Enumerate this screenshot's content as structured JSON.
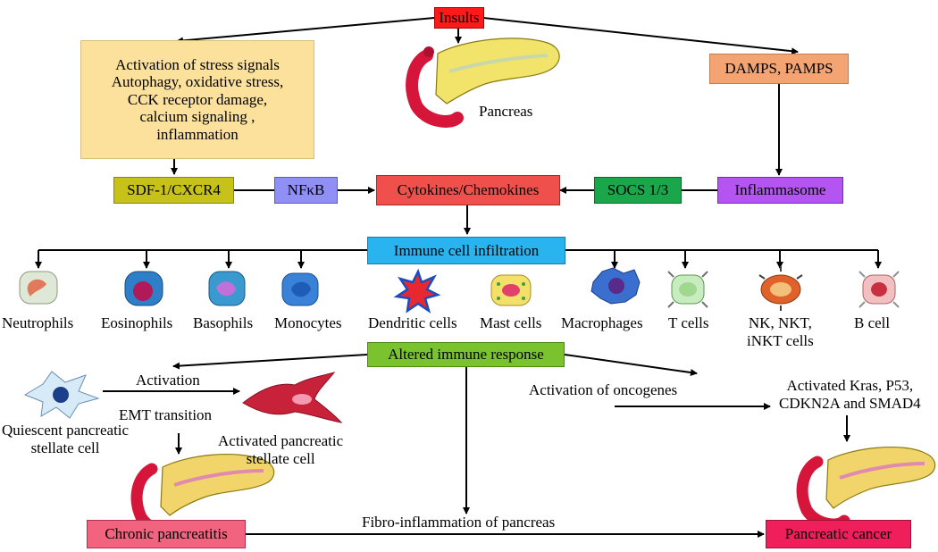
{
  "insults": "Insults",
  "pancreas_label": "Pancreas",
  "stress_box": {
    "lines": [
      "Activation of stress signals",
      "Autophagy, oxidative stress,",
      "CCK receptor damage,",
      "calcium signaling ,",
      "inflammation"
    ]
  },
  "damps": "DAMPS, PAMPS",
  "sdf": "SDF-1/CXCR4",
  "nfkb": "NFκB",
  "cytokines": "Cytokines/Chemokines",
  "socs": "SOCS 1/3",
  "inflammasome": "Inflammasome",
  "immune_infiltration": "Immune cell infiltration",
  "cells": [
    {
      "label": "Neutrophils",
      "icon": "neutrophil-icon"
    },
    {
      "label": "Eosinophils",
      "icon": "eosinophil-icon"
    },
    {
      "label": "Basophils",
      "icon": "basophil-icon"
    },
    {
      "label": "Monocytes",
      "icon": "monocyte-icon"
    },
    {
      "label": "Dendritic cells",
      "icon": "dendritic-cell-icon"
    },
    {
      "label": "Mast cells",
      "icon": "mast-cell-icon"
    },
    {
      "label": "Macrophages",
      "icon": "macrophage-icon"
    },
    {
      "label": "T cells",
      "icon": "t-cell-icon"
    },
    {
      "label": "NK, NKT,\niNKT cells",
      "icon": "nk-cell-icon"
    },
    {
      "label": "B cell",
      "icon": "b-cell-icon"
    }
  ],
  "altered": "Altered immune response",
  "activation": "Activation",
  "emt": "EMT transition",
  "quiescent": "Quiescent pancreatic\nstellate cell",
  "activated_psc": "Activated pancreatic\nstellate cell",
  "oncogenes": "Activation of oncogenes",
  "kras": "Activated Kras, P53,\nCDKN2A and SMAD4",
  "fibro": "Fibro-inflammation of pancreas",
  "chronic": "Chronic pancreatitis",
  "cancer": "Pancreatic cancer",
  "colors": {
    "insults": "#ff1a1a",
    "stress": "#fbe19c",
    "damps": "#f4a373",
    "sdf": "#c6c21a",
    "nfkb": "#8f8ff5",
    "cytokines": "#f0504c",
    "socs": "#1aa64a",
    "inflammasome": "#b455f2",
    "immune": "#29b4ef",
    "altered": "#7ac22e",
    "chronic": "#f2637f",
    "cancer": "#ee1f5a"
  }
}
